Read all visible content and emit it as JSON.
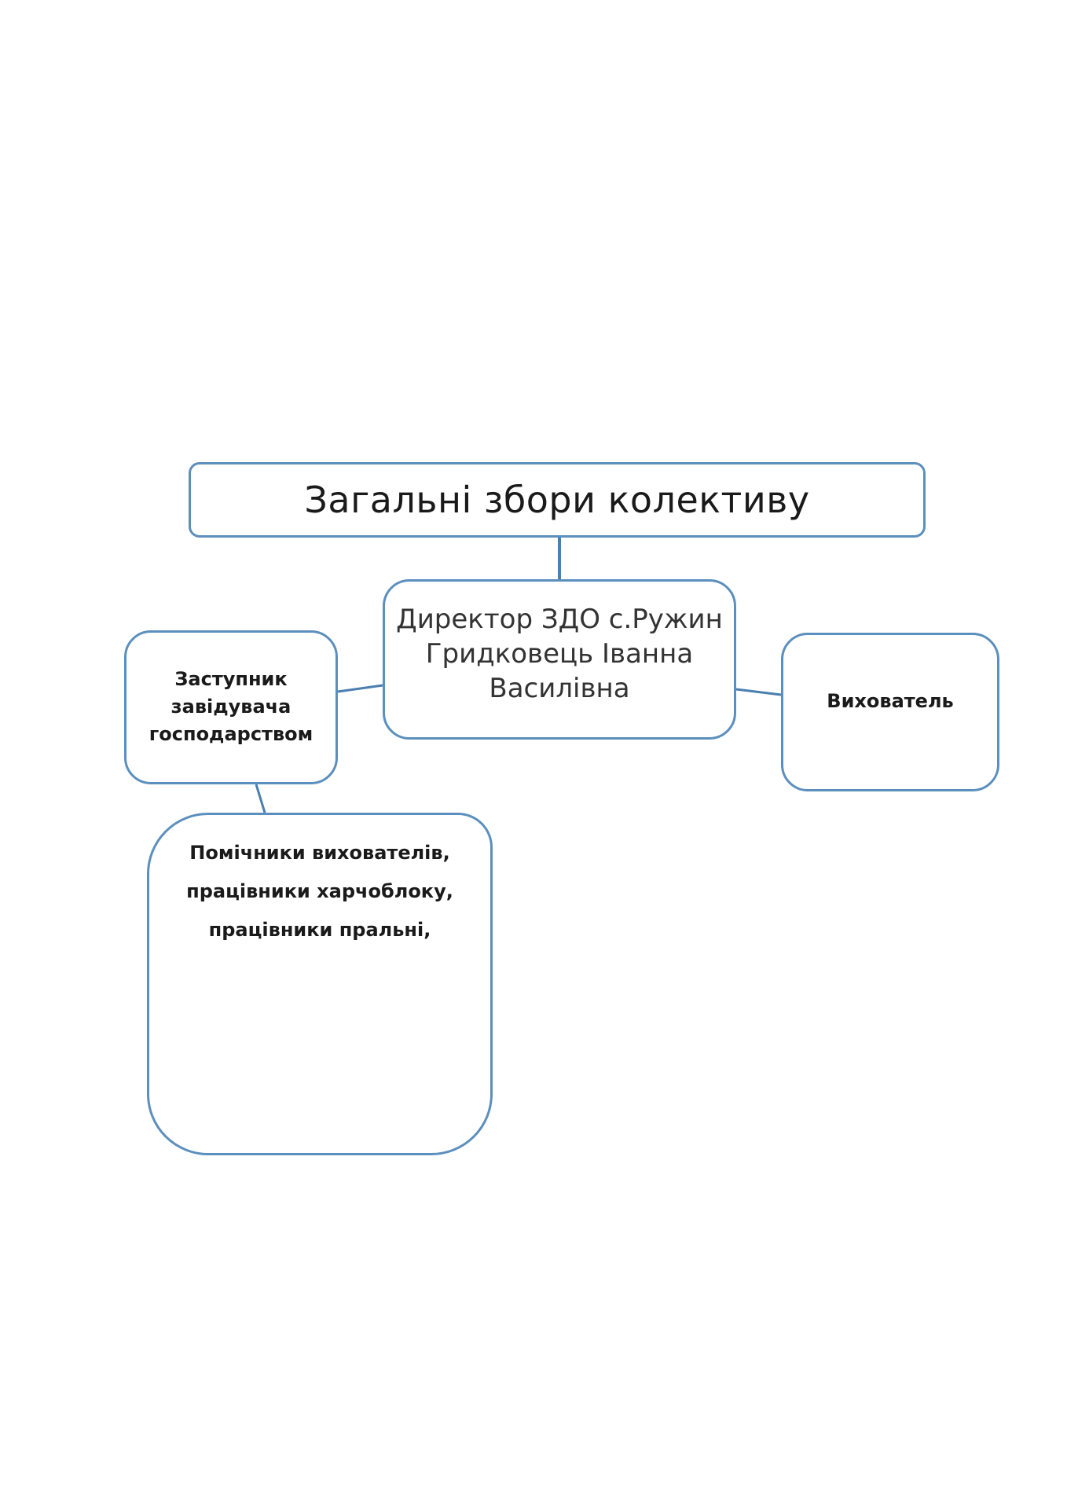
{
  "diagram": {
    "boxes": {
      "general_assembly": "Загальні збори колективу",
      "director": "Директор ЗДО с.Ружин\nГридковець Іванна\nВасилівна",
      "deputy": "Заступник\nзавідувача\nгосподарством",
      "educator": "Вихователь",
      "assistants": "Помічники вихователів,\nпрацівники харчоблоку,\nпрацівники пральні,"
    },
    "colors": {
      "border": "#5b8fbd",
      "line": "#4a7fae",
      "text": "#1a1a1a"
    }
  }
}
